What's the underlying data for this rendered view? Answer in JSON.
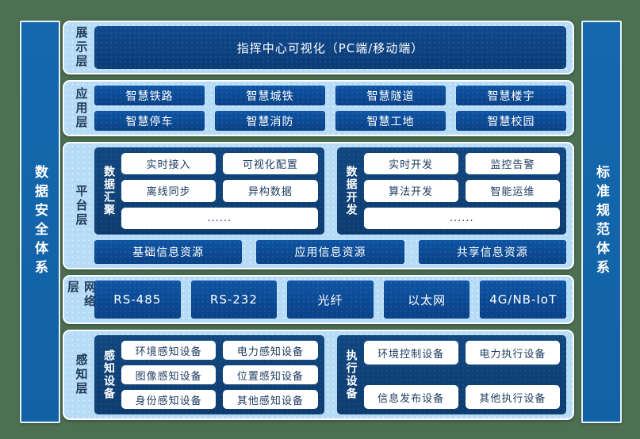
{
  "left_bar": {
    "label": "数据安全体系"
  },
  "right_bar": {
    "label": "标准规范体系"
  },
  "layers": {
    "display": {
      "label": "展示层",
      "box": "指挥中心可视化（PC端/移动端）"
    },
    "application": {
      "label": "应用层",
      "items": [
        "智慧铁路",
        "智慧城铁",
        "智慧隧道",
        "智慧楼宇",
        "智慧停车",
        "智慧消防",
        "智慧工地",
        "智慧校园"
      ]
    },
    "platform": {
      "label": "平台层",
      "groups": [
        {
          "label": "数据汇聚",
          "items": [
            "实时接入",
            "可视化配置",
            "离线同步",
            "异构数据"
          ],
          "more": "......"
        },
        {
          "label": "数据开发",
          "items": [
            "实时开发",
            "监控告警",
            "算法开发",
            "智能运维"
          ],
          "more": "......"
        }
      ],
      "resources": [
        "基础信息资源",
        "应用信息资源",
        "共享信息资源"
      ]
    },
    "network": {
      "label": "网络层",
      "items": [
        "RS-485",
        "RS-232",
        "光纤",
        "以太网",
        "4G/NB-IoT"
      ]
    },
    "perception": {
      "label": "感知层",
      "groups": [
        {
          "label": "感知设备",
          "items": [
            "环境感知设备",
            "电力感知设备",
            "图像感知设备",
            "位置感知设备",
            "身份感知设备",
            "其他感知设备"
          ]
        },
        {
          "label": "执行设备",
          "items": [
            "环境控制设备",
            "电力执行设备",
            "信息发布设备",
            "其他执行设备"
          ]
        }
      ]
    }
  },
  "colors": {
    "canvas_green": "#4d7052",
    "sidebar_blue": "#1365ab",
    "panel_light_blue": "#b6dbf7",
    "box_dark_blue": "#0c4a94",
    "container_navy": "#0f4076",
    "chip_white": "#ffffff",
    "label_navy": "#1f3a55"
  }
}
